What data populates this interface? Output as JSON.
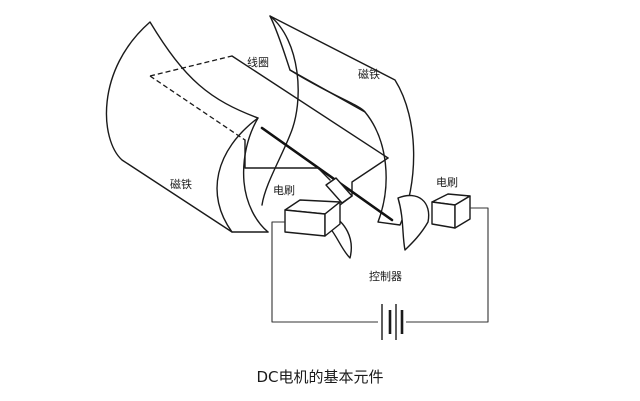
{
  "labels": {
    "coil": "线圈",
    "magnet_left": "磁铁",
    "magnet_right": "磁铁",
    "brush_left": "电刷",
    "brush_right": "电刷",
    "controller": "控制器"
  },
  "caption": "DC电机的基本元件"
}
